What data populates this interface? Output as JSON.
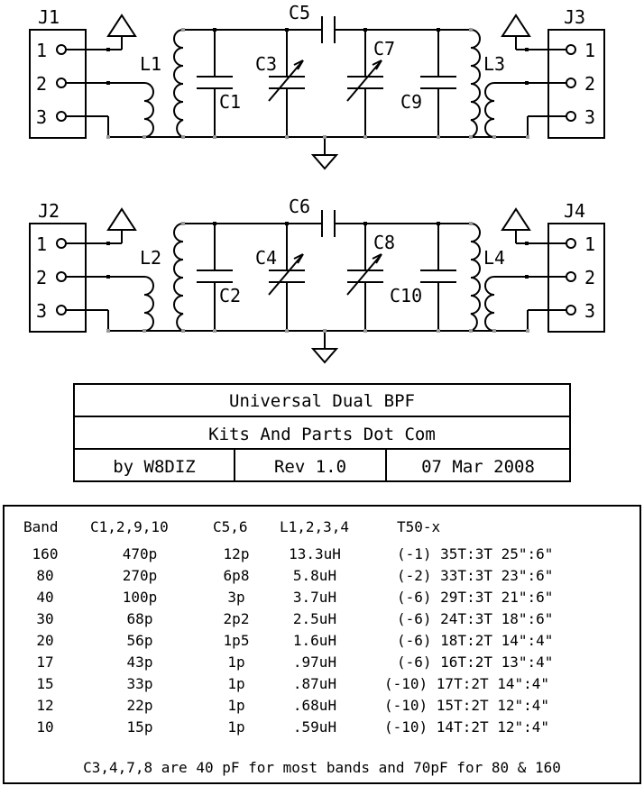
{
  "schematic": {
    "top": {
      "input_connector": "J1",
      "output_connector": "J3",
      "input_inductor": "L1",
      "input_cap": "C1",
      "input_trimmer": "C3",
      "coupling_cap": "C5",
      "output_trimmer": "C7",
      "output_cap": "C9",
      "output_inductor": "L3"
    },
    "bottom": {
      "input_connector": "J2",
      "output_connector": "J4",
      "input_inductor": "L2",
      "input_cap": "C2",
      "input_trimmer": "C4",
      "coupling_cap": "C6",
      "output_trimmer": "C8",
      "output_cap": "C10",
      "output_inductor": "L4"
    },
    "pin_numbers": [
      "1",
      "2",
      "3"
    ]
  },
  "title_block": {
    "title": "Universal Dual BPF",
    "company": "Kits And Parts Dot Com",
    "author": "by W8DIZ",
    "revision": "Rev 1.0",
    "date": "07 Mar 2008"
  },
  "table": {
    "headers": [
      "Band",
      "C1,2,9,10",
      "C5,6",
      "L1,2,3,4",
      "T50-x"
    ],
    "rows": [
      [
        "160",
        "470p",
        "12p",
        "13.3uH",
        "(-1) 35T:3T 25\":6\""
      ],
      [
        "80",
        "270p",
        "6p8",
        "5.8uH",
        "(-2) 33T:3T 23\":6\""
      ],
      [
        "40",
        "100p",
        "3p",
        "3.7uH",
        "(-6) 29T:3T 21\":6\""
      ],
      [
        "30",
        "68p",
        "2p2",
        "2.5uH",
        "(-6) 24T:3T 18\":6\""
      ],
      [
        "20",
        "56p",
        "1p5",
        "1.6uH",
        "(-6) 18T:2T 14\":4\""
      ],
      [
        "17",
        "43p",
        "1p",
        ".97uH",
        "(-6) 16T:2T 13\":4\""
      ],
      [
        "15",
        "33p",
        "1p",
        ".87uH",
        "(-10) 17T:2T 14\":4\""
      ],
      [
        "12",
        "22p",
        "1p",
        ".68uH",
        "(-10) 15T:2T 12\":4\""
      ],
      [
        "10",
        "15p",
        "1p",
        ".59uH",
        "(-10) 14T:2T 12\":4\""
      ]
    ],
    "note": "C3,4,7,8 are 40 pF for most bands and 70pF for 80 & 160"
  }
}
